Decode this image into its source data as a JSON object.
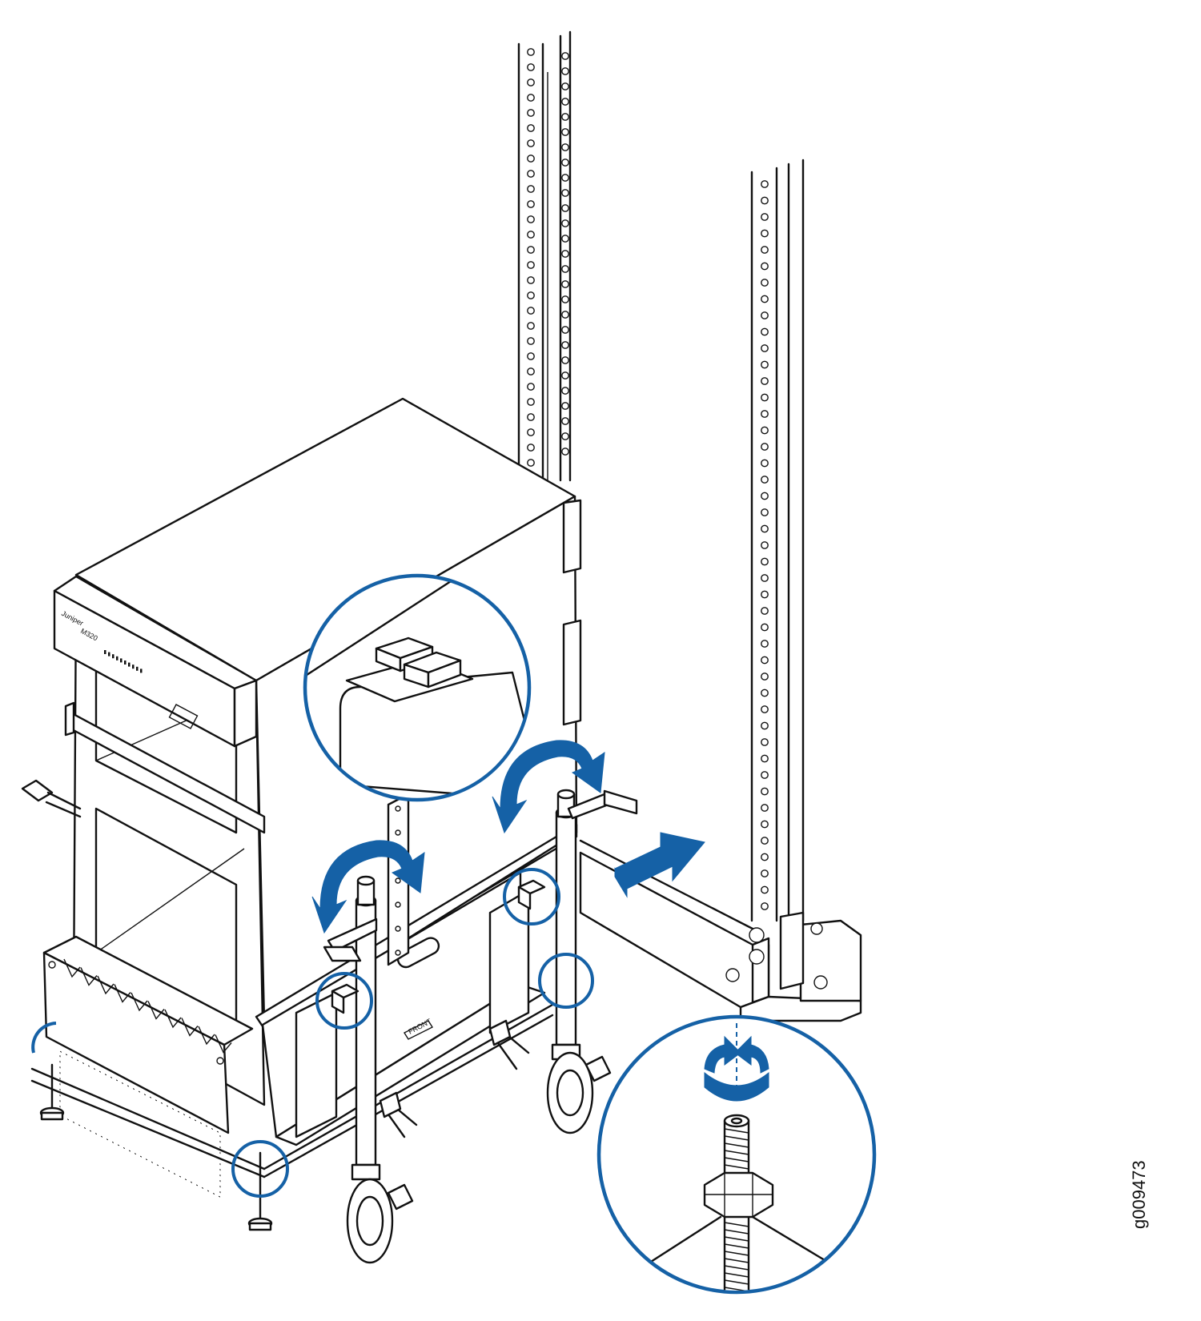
{
  "figure": {
    "id_label": "g009473",
    "device_brand": "Juniper",
    "device_model": "M320",
    "front_marking": "FRONT"
  },
  "colors": {
    "accent": "#1561a6",
    "line": "#111111",
    "background": "#ffffff"
  },
  "icons": [
    "rotate-arrow-icon",
    "push-arrow-icon",
    "circular-rotate-arrow-icon"
  ]
}
